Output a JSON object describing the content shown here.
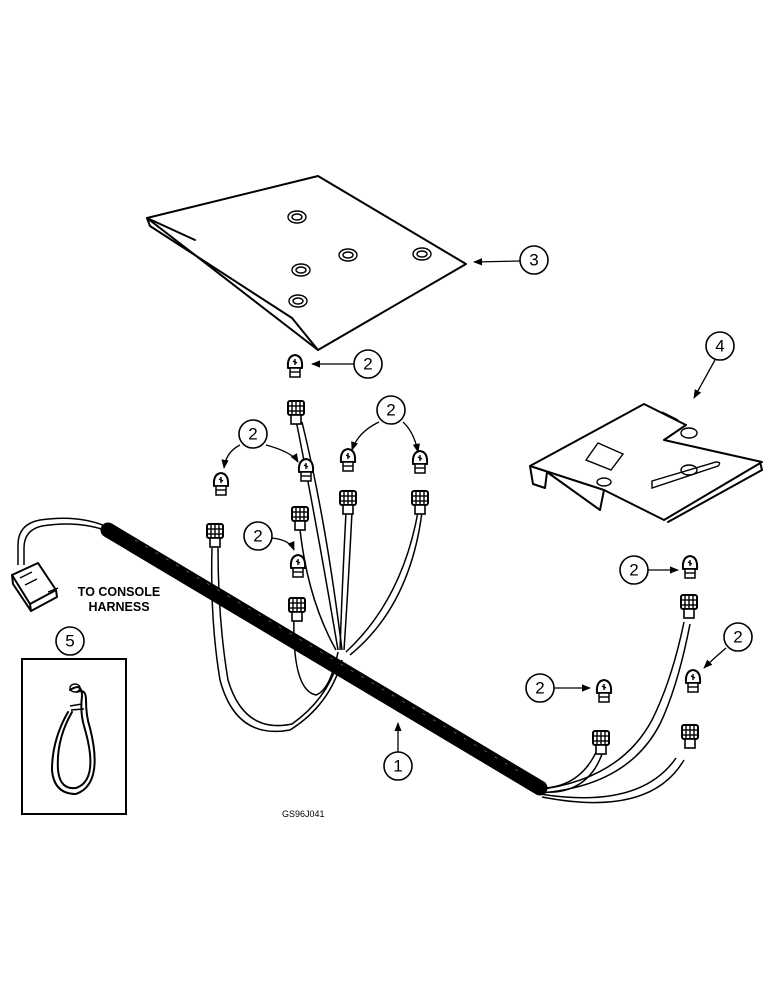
{
  "callouts": {
    "harness": "1",
    "bulb": "2",
    "plate_upper": "3",
    "plate_lower": "4",
    "strap": "5"
  },
  "label": {
    "line1": "TO CONSOLE",
    "line2": "HARNESS"
  },
  "figure_code": "GS96J041"
}
